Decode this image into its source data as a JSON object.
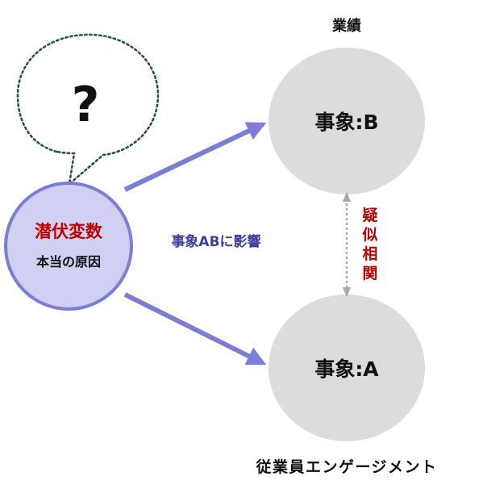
{
  "thought_bubble": {
    "symbol": "?"
  },
  "latent_variable": {
    "title": "潜伏変数",
    "subtitle": "本当の原因"
  },
  "effect_label": "事象ABに影響",
  "event_b": {
    "label": "事象:B",
    "caption": "業績"
  },
  "event_a": {
    "label": "事象:A",
    "caption": "従業員エンゲージメント"
  },
  "correlation_label": [
    "疑",
    "似",
    "相",
    "関"
  ],
  "colors": {
    "latent_fill": "#cfd0f2",
    "latent_stroke": "#7b7ed8",
    "arrow": "#7b7ed8",
    "event_fill": "#dcdcdc",
    "title_red": "#c00000",
    "effect_text": "#3c3f9e",
    "dotted_border": "#1f4f50",
    "dashed_link": "#a9a9a9"
  }
}
